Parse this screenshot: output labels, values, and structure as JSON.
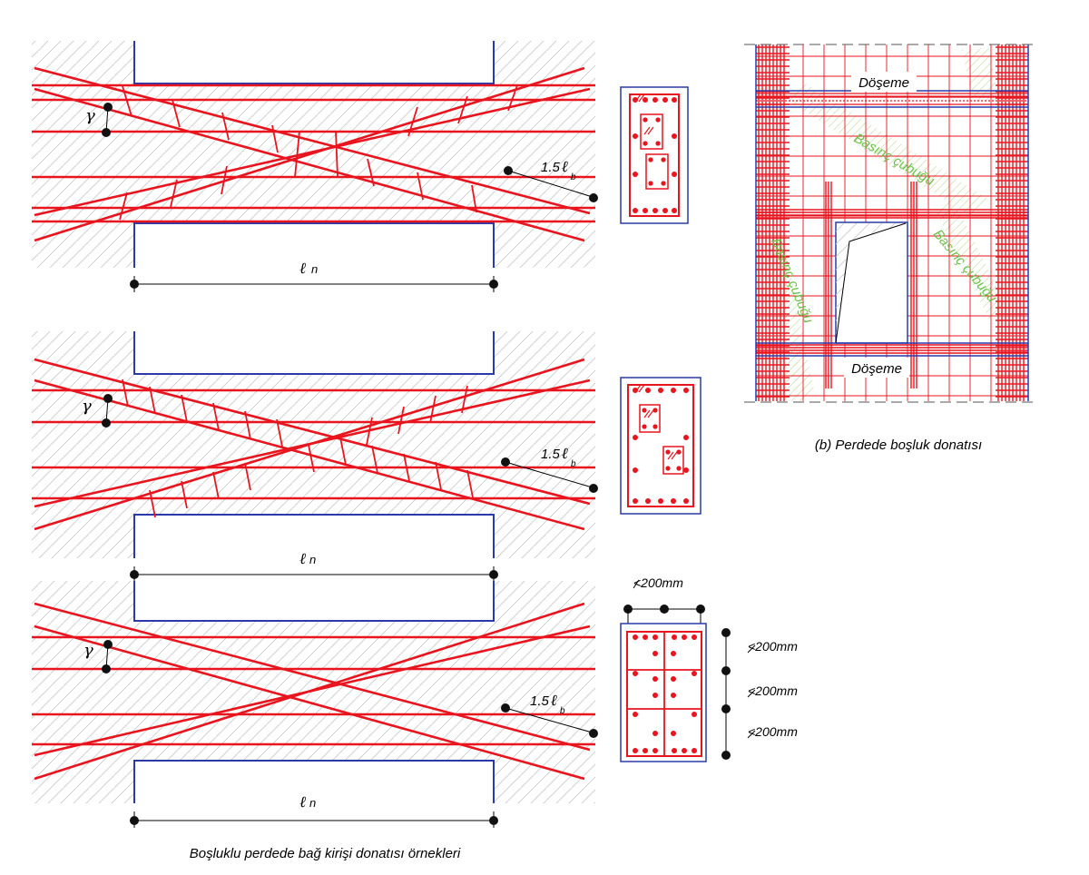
{
  "labels": {
    "gamma": "γ",
    "anchorage_coef": "1.5",
    "ell": "ℓ",
    "sub_b": "b",
    "sub_n": "n",
    "spacing": "<200mm",
    "floor_slab": "Döşeme",
    "compression_strut": "Basınç çubuğu"
  },
  "captions": {
    "left": "Boşluklu perdede bağ kirişi donatısı örnekleri",
    "right": "(b) Perdede boşluk donatısı"
  },
  "colors": {
    "rebar": "#e8141e",
    "outline": "#2a3aa8",
    "hatch": "#c8c8c8",
    "strut_label": "#6cc04a",
    "dim": "#000000"
  }
}
